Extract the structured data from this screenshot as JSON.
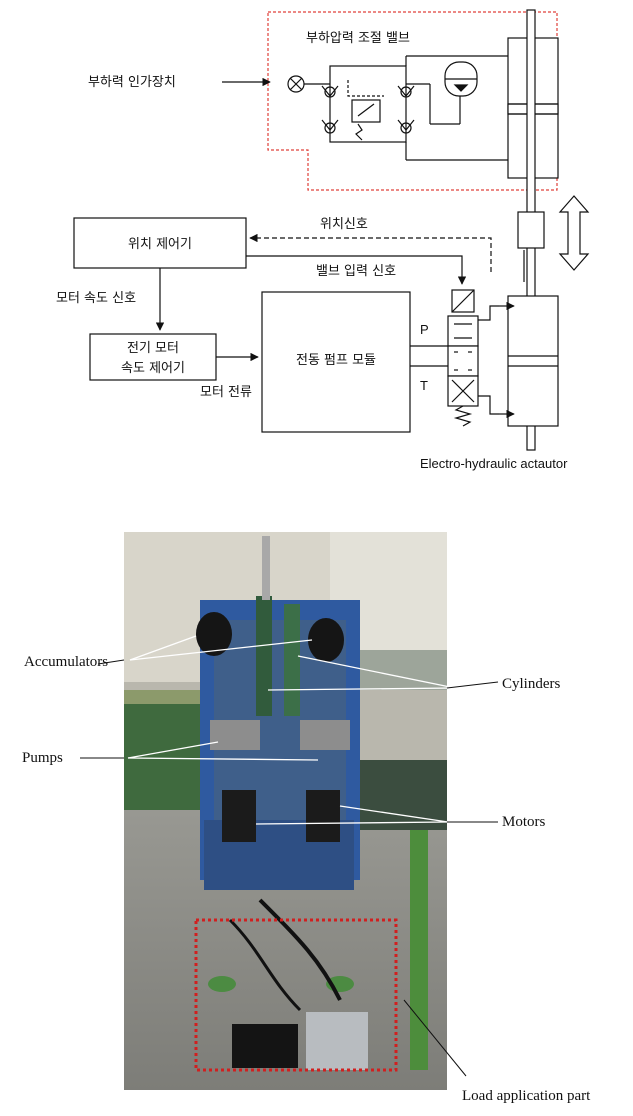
{
  "diagram": {
    "load_valve_label": "부하압력 조절 밸브",
    "load_device_label": "부하력 인가장치",
    "position_controller": "위치 제어기",
    "position_signal": "위치신호",
    "valve_input_signal": "밸브 입력 신호",
    "motor_speed_signal": "모터 속도 신호",
    "motor_speed_controller_line1": "전기 모터",
    "motor_speed_controller_line2": "속도 제어기",
    "pump_module": "전동 펌프 모듈",
    "motor_current": "모터 전류",
    "port_p": "P",
    "port_t": "T",
    "actuator_caption": "Electro-hydraulic actautor"
  },
  "photo": {
    "labels": {
      "accumulators": "Accumulators",
      "cylinders": "Cylinders",
      "pumps": "Pumps",
      "motors": "Motors",
      "load_application": "Load application part"
    }
  },
  "colors": {
    "dashed_box": "#e0403a",
    "photo_frame": "#d11f1f",
    "line": "#111111"
  }
}
